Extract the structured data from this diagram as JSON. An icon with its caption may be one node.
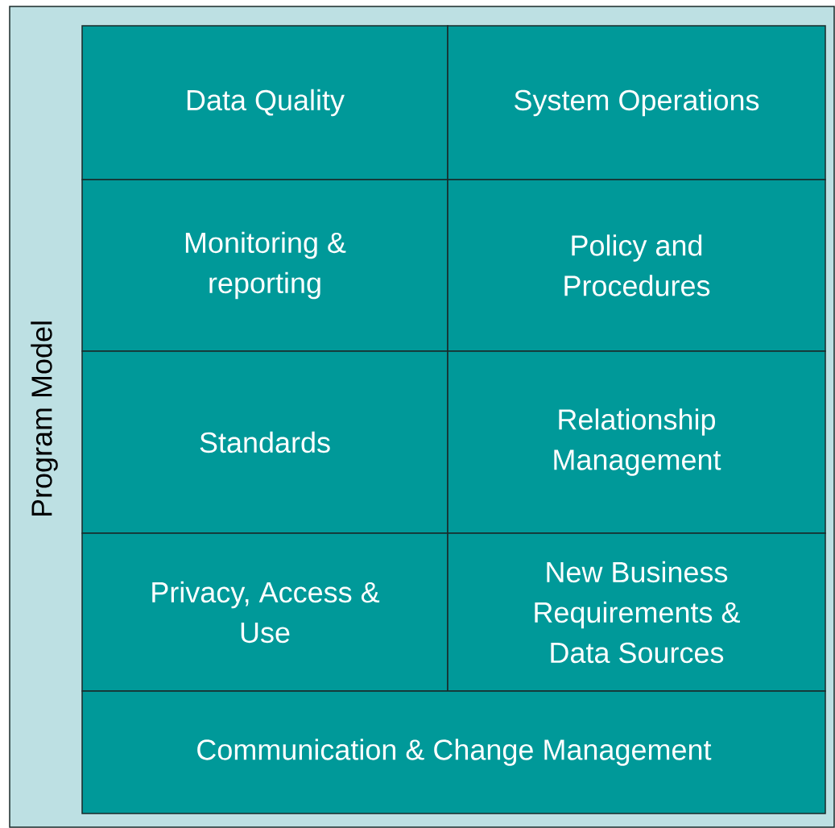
{
  "diagram": {
    "nodes": [
      {
        "text": [
          "Program Model"
        ]
      },
      {
        "text": [
          "Data Quality"
        ],
        "in": 0
      },
      {
        "text": [
          "System Operations"
        ],
        "in": 0
      },
      {
        "text": [
          "Monitoring & reporting"
        ],
        "in": 0
      },
      {
        "text": [
          "Policy and Procedures"
        ],
        "in": 0
      },
      {
        "text": [
          "Standards"
        ],
        "in": 0
      },
      {
        "text": [
          "Relationship Management"
        ],
        "in": 0
      },
      {
        "text": [
          "Privacy, Access & Use"
        ],
        "in": 0
      },
      {
        "text": [
          "New Business Requirements & Data Sources"
        ],
        "in": 0
      },
      {
        "text": [
          "Communication & Change Management"
        ],
        "in": 0
      }
    ]
  }
}
